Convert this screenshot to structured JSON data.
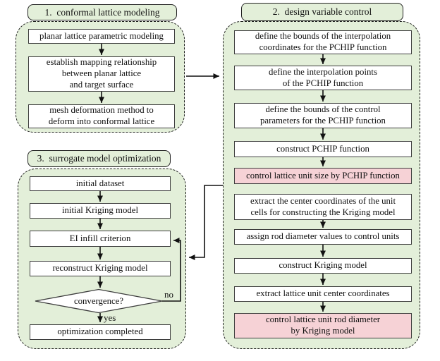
{
  "diagram": {
    "colors": {
      "panel_fill": "#e3efd9",
      "highlight_fill": "#f6d2d6",
      "box_fill": "#ffffff",
      "line_color": "#111111"
    },
    "section1": {
      "title": "1.  conformal lattice modeling",
      "steps": [
        "planar lattice parametric modeling",
        "establish mapping relationship\nbetween planar lattice\nand target surface",
        "mesh deformation method to\ndeform into conformal lattice"
      ]
    },
    "section2": {
      "title": "2.  design variable control",
      "steps": [
        "define the bounds of the interpolation\ncoordinates for the PCHIP function",
        "define the interpolation points\nof the PCHIP function",
        "define the bounds of the control\nparameters for the PCHIP function",
        "construct PCHIP function",
        "control lattice unit size by PCHIP function",
        "extract the center coordinates of the unit\ncells for constructing the Kriging model",
        "assign rod diameter values to control units",
        "construct Kriging model",
        "extract lattice unit center coordinates",
        "control lattice unit rod diameter\nby Kriging model"
      ]
    },
    "section3": {
      "title": "3.  surrogate model optimization",
      "steps": [
        "initial dataset",
        "initial Kriging model",
        "EI infill criterion",
        "reconstruct Kriging model",
        "optimization completed"
      ],
      "decision": "convergence?",
      "decision_yes": "yes",
      "decision_no": "no"
    }
  }
}
